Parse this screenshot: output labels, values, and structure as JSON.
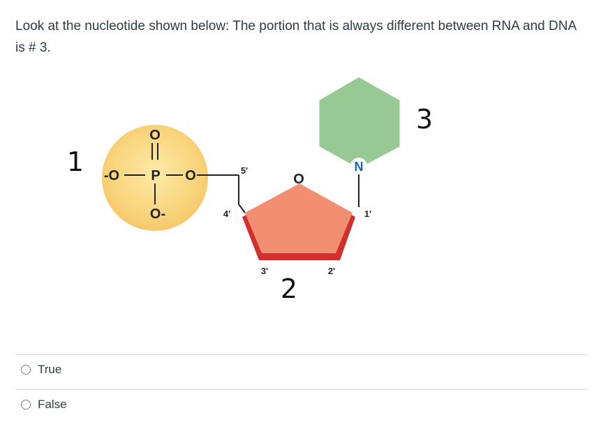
{
  "question": {
    "text": "Look at the nucleotide shown below: The portion that is always different between RNA and DNA is # 3."
  },
  "figure": {
    "phosphate": {
      "top_o": "O",
      "p": "P",
      "left_o": "-O",
      "right_o": "O",
      "bottom_o": "O-"
    },
    "sugar": {
      "ring_o": "O",
      "c5": "5'",
      "c4": "4'",
      "c3": "3'",
      "c2": "2'",
      "c1": "1'"
    },
    "base": {
      "n": "N"
    },
    "part_labels": {
      "one": "1",
      "two": "2",
      "three": "3"
    },
    "colors": {
      "phosphate": "#f9d57e",
      "sugar": "#f28e72",
      "sugar_edge": "#d32f2f",
      "base": "#98c994"
    }
  },
  "options": [
    {
      "label": "True",
      "selected": false
    },
    {
      "label": "False",
      "selected": false
    }
  ]
}
